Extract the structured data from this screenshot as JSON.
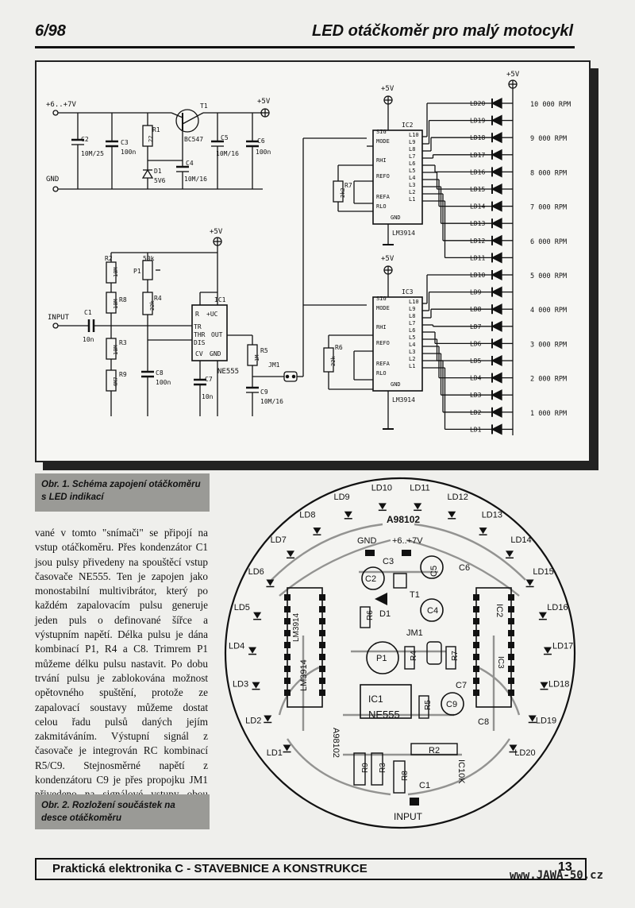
{
  "header": {
    "page_number": "6/98",
    "title": "LED otáčkoměr pro malý motocykl"
  },
  "schematic": {
    "supply_in": "+6..+7V",
    "gnd": "GND",
    "plus5v": "+5V",
    "input": "INPUT",
    "jumper": "JM1",
    "transistor": {
      "ref": "T1",
      "type": "BC547"
    },
    "c2": {
      "ref": "C2",
      "value": "10M/25"
    },
    "c3": {
      "ref": "C3",
      "value": "100n"
    },
    "r1": {
      "ref": "R1",
      "value": "22"
    },
    "d1": {
      "ref": "D1",
      "value": "5V6"
    },
    "c4": {
      "ref": "C4",
      "value": "10M/16"
    },
    "c5": {
      "ref": "C5",
      "value": "10M/16"
    },
    "c6": {
      "ref": "C6",
      "value": "100n"
    },
    "r2": {
      "ref": "R2",
      "value": "10M"
    },
    "p1": {
      "ref": "P1",
      "value": "50k"
    },
    "r8": {
      "ref": "R8",
      "value": "10M"
    },
    "r4": {
      "ref": "R4",
      "value": "22k"
    },
    "c1": {
      "ref": "C1",
      "value": "10n"
    },
    "r3": {
      "ref": "R3",
      "value": "10M"
    },
    "r9": {
      "ref": "R9",
      "value": "4M7"
    },
    "c8": {
      "ref": "C8",
      "value": "100n"
    },
    "c7": {
      "ref": "C7",
      "value": "10n"
    },
    "r5": {
      "ref": "R5",
      "value": "1M"
    },
    "c9": {
      "ref": "C9",
      "value": "10M/16"
    },
    "r7": {
      "ref": "R7",
      "value": "2k2"
    },
    "r6": {
      "ref": "R6",
      "value": "22k"
    },
    "ic1": {
      "ref": "IC1",
      "type": "NE555",
      "pins": [
        "R",
        "+UC",
        "TR",
        "THR",
        "DIS",
        "OUT",
        "CV",
        "GND"
      ]
    },
    "ic2": {
      "ref": "IC2",
      "type": "LM3914"
    },
    "ic3": {
      "ref": "IC3",
      "type": "LM3914"
    },
    "lm_left_pins": [
      "SIG",
      "MODE",
      "RHI",
      "REFO",
      "REFA",
      "RLO"
    ],
    "lm_right_pins": [
      "L10",
      "L9",
      "L8",
      "L7",
      "L6",
      "L5",
      "L4",
      "L3",
      "L2",
      "L1"
    ],
    "lm_gnd": "GND",
    "leds": [
      "LD20",
      "LD19",
      "LD18",
      "LD17",
      "LD16",
      "LD15",
      "LD14",
      "LD13",
      "LD12",
      "LD11",
      "LD10",
      "LD9",
      "LD8",
      "LD7",
      "LD6",
      "LD5",
      "LD4",
      "LD3",
      "LD2",
      "LD1"
    ],
    "rpm_labels": [
      "10 000 RPM",
      "9 000 RPM",
      "8 000 RPM",
      "7 000 RPM",
      "6 000 RPM",
      "5 000 RPM",
      "4 000 RPM",
      "3 000 RPM",
      "2 000 RPM",
      "1 000 RPM"
    ]
  },
  "figure1_caption": "Obr. 1. Schéma zapojení otáčkoměru s LED indikací",
  "body_text": "vané v tomto \"snímači\" se připojí na vstup otáčkoměru. Přes kondenzátor C1 jsou pulsy přivedeny na spouštěcí vstup časovače NE555. Ten je zapojen jako monostabilní multivibrátor, který po každém zapalovacím pulsu generuje jeden puls o definované šířce a výstupním napětí. Délka pulsu je dána kombinací P1, R4 a C8. Trimrem P1 můžeme délku pulsu nastavit. Po dobu trvání pulsu je zablokována možnost opětovného spuštění, protože ze zapalovací soustavy můžeme dostat celou řadu pulsů daných jejím zakmitáváním. Výstupní signál z časovače je integrován RC kombinací R5/C9. Stejnosměrné napětí z kondenzátoru C9 je přes propojku JM1 přivedeno na signálové vstupy obou obvodů",
  "figure2_caption": "Obr. 2. Rozložení součástek na desce otáčkoměru",
  "pcb": {
    "board_id": "A98102",
    "mirrored_text": "A98102",
    "bottom_text": "IC10K",
    "gnd": "GND",
    "supply": "+6..+7V",
    "input": "INPUT",
    "parts": [
      "C2",
      "C3",
      "C5",
      "C6",
      "T1",
      "C4",
      "D1",
      "R6",
      "JM1",
      "P1",
      "R4",
      "R7",
      "C7",
      "IC1",
      "NE555",
      "R5",
      "C9",
      "C8",
      "R2",
      "R9",
      "R3",
      "R8",
      "C1",
      "IC2",
      "IC3",
      "LM3914",
      "LM3914"
    ],
    "leds": [
      "LD1",
      "LD2",
      "LD3",
      "LD4",
      "LD5",
      "LD6",
      "LD7",
      "LD8",
      "LD9",
      "LD10",
      "LD11",
      "LD12",
      "LD13",
      "LD14",
      "LD15",
      "LD16",
      "LD17",
      "LD18",
      "LD19",
      "LD20"
    ]
  },
  "footer": {
    "text": "Praktická elektronika C - STAVEBNICE A KONSTRUKCE",
    "page": "13",
    "url": "www.JAWA-50.cz"
  }
}
